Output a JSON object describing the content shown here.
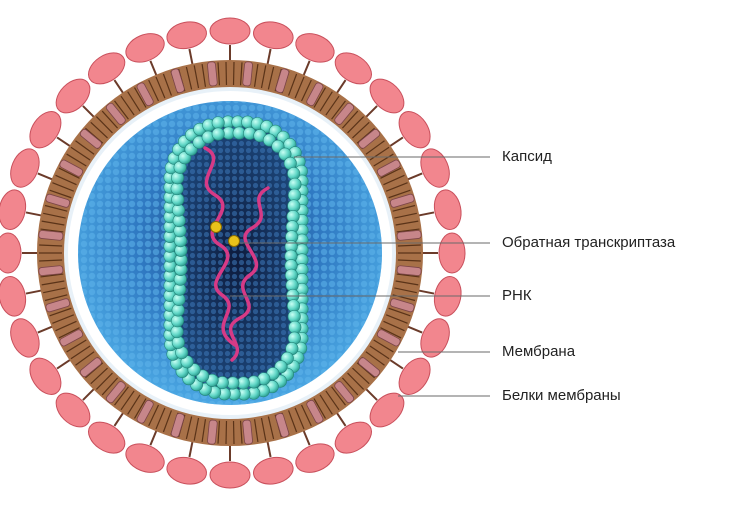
{
  "labels": {
    "capsid": "Капсид",
    "reverse_transcriptase": "Обратная транскриптаза",
    "rna": "РНК",
    "membrane": "Мембрана",
    "membrane_proteins": "Белки мембраны"
  },
  "colors": {
    "envelope_protein": "#f2868e",
    "envelope_protein_edge": "#c9505c",
    "lipid_layer": "#8a5a3a",
    "matrix_blue": "#3d8fd0",
    "capsid_teal": "#5fd6c6",
    "rna_strand": "#d63a86",
    "enzyme_yellow": "#e9c21a",
    "leader_line": "#6a6a6a"
  }
}
